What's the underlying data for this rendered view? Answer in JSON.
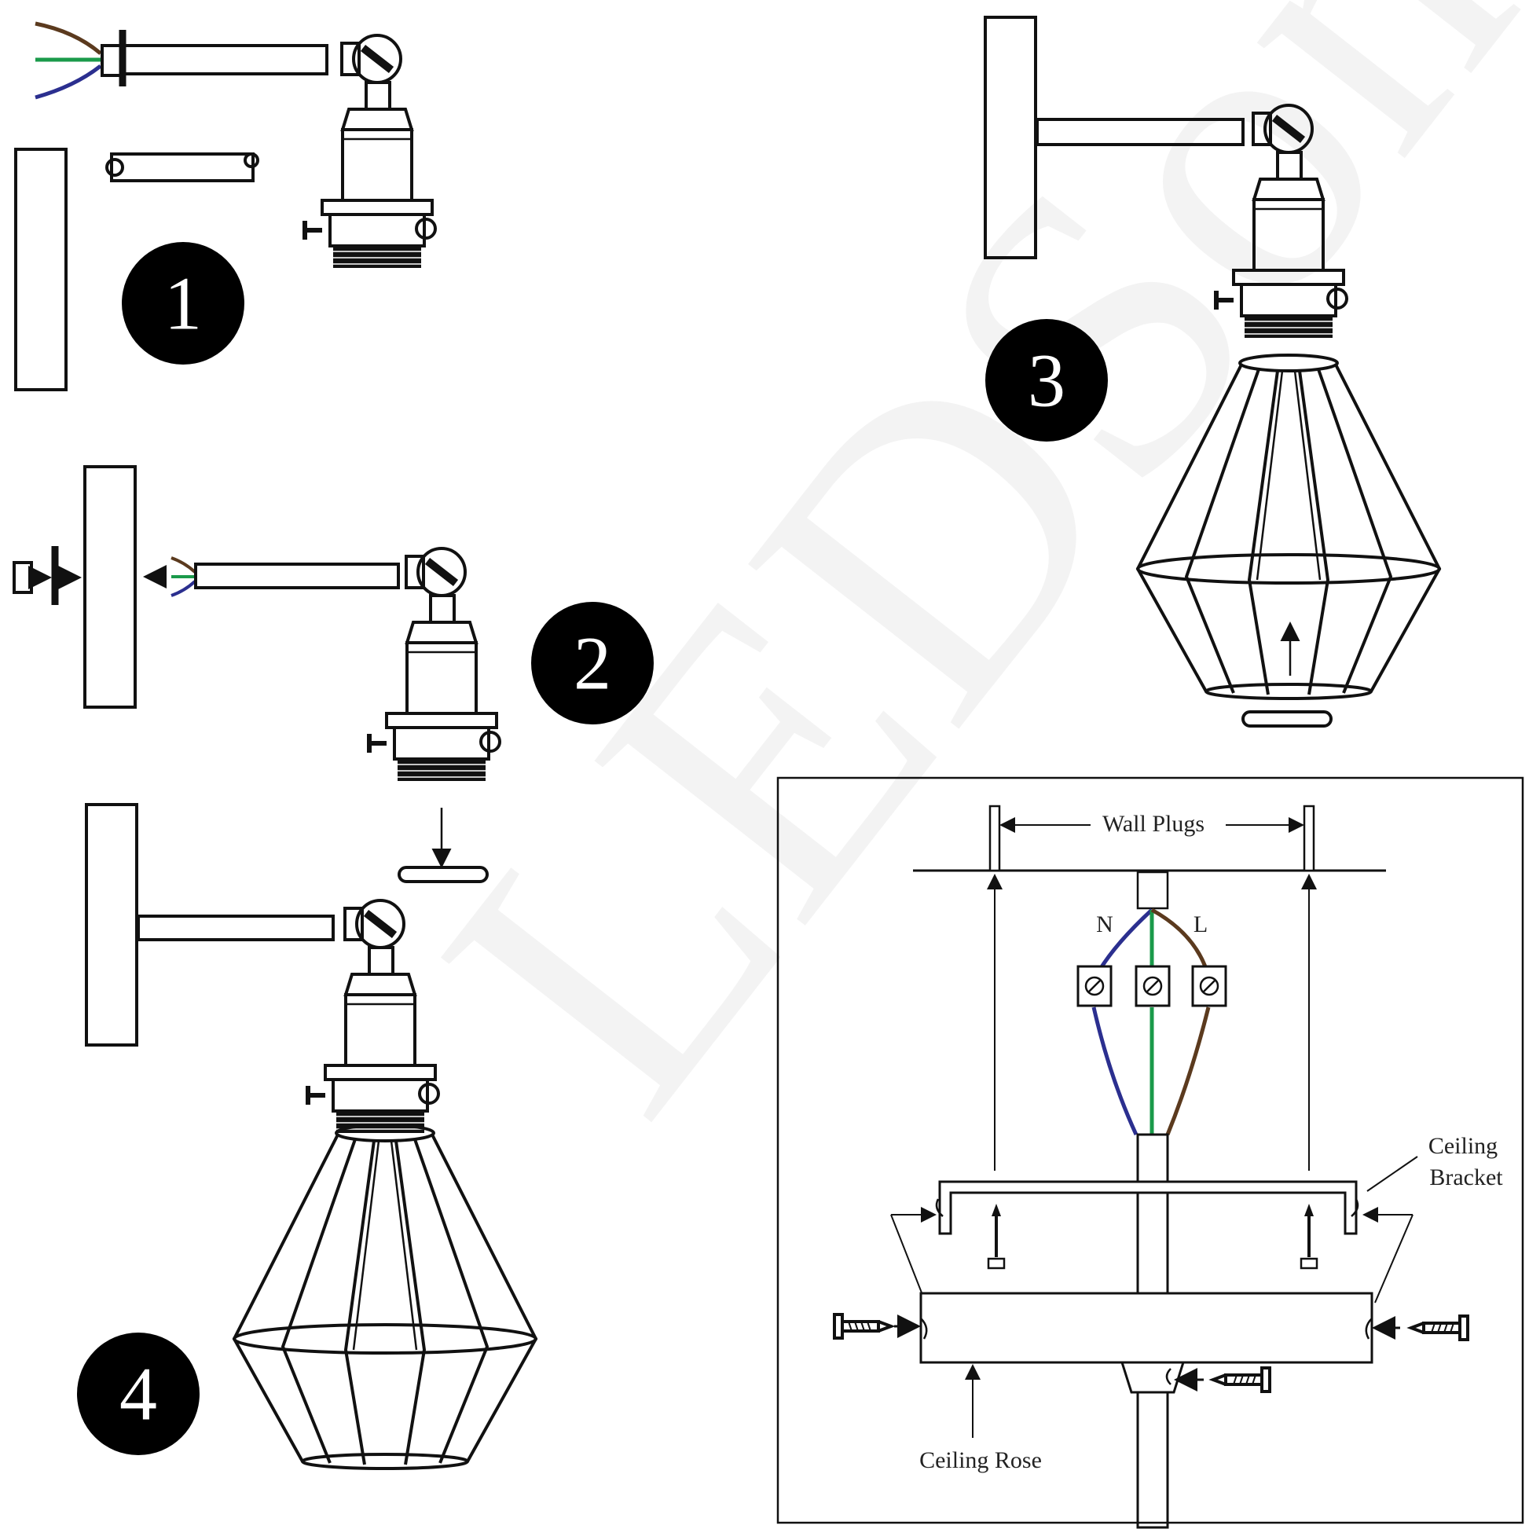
{
  "watermark": {
    "text": "LEDSone"
  },
  "steps": [
    {
      "number": "1"
    },
    {
      "number": "2"
    },
    {
      "number": "3"
    },
    {
      "number": "4"
    }
  ],
  "wiring_diagram": {
    "wall_plugs_label": "Wall Plugs",
    "neutral_label": "N",
    "live_label": "L",
    "ceiling_bracket_label_line1": "Ceiling",
    "ceiling_bracket_label_line2": "Bracket",
    "ceiling_rose_label": "Ceiling Rose"
  },
  "colors": {
    "ink": "#111111",
    "wire_brown": "#5b3a1e",
    "wire_green": "#1a9a4a",
    "wire_blue": "#2b2f8f",
    "step_badge": "#000000"
  }
}
